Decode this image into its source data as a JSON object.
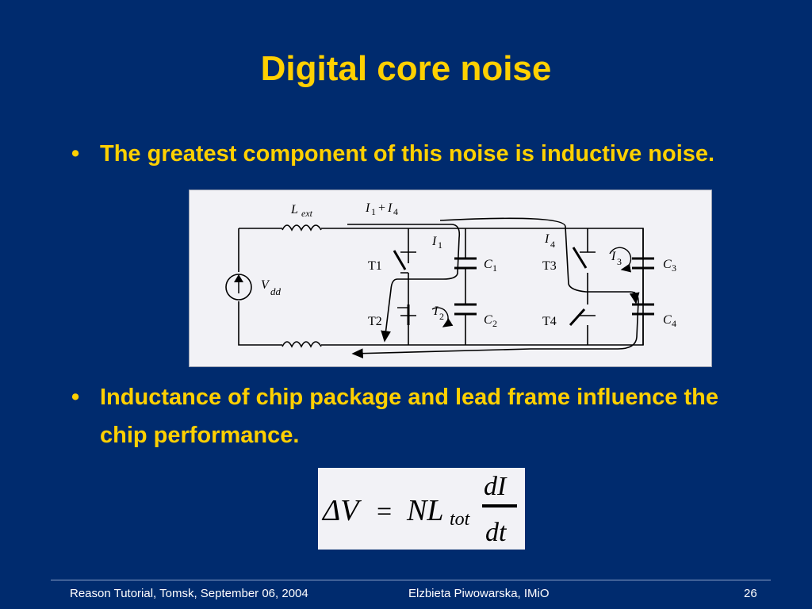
{
  "slide": {
    "title": "Digital core noise",
    "bullets": [
      "The greatest component of this noise is inductive noise.",
      "Inductance of chip package and lead frame influence the chip performance."
    ],
    "bullet_glyph": "•"
  },
  "circuit": {
    "labels": {
      "lext_main": "L",
      "lext_sub": "ext",
      "i14_a": "I",
      "i14_a_sub": "1",
      "i14_plus": "+",
      "i14_b": "I",
      "i14_b_sub": "4",
      "i1": "I",
      "i1_sub": "1",
      "i2": "I",
      "i2_sub": "2",
      "i3": "I",
      "i3_sub": "3",
      "i4": "I",
      "i4_sub": "4",
      "c1": "C",
      "c1_sub": "1",
      "c2": "C",
      "c2_sub": "2",
      "c3": "C",
      "c3_sub": "3",
      "c4": "C",
      "c4_sub": "4",
      "t1": "T1",
      "t2": "T2",
      "t3": "T3",
      "t4": "T4",
      "vdd_main": "V",
      "vdd_sub": "dd"
    }
  },
  "formula": {
    "delta": "ΔV",
    "equals": "=",
    "nl": "NL",
    "sub": "tot",
    "numerator": "dI",
    "denominator": "dt"
  },
  "footer": {
    "left": "Reason Tutorial, Tomsk, September 06, 2004",
    "center": "Elzbieta Piwowarska, IMiO",
    "page": "26"
  }
}
